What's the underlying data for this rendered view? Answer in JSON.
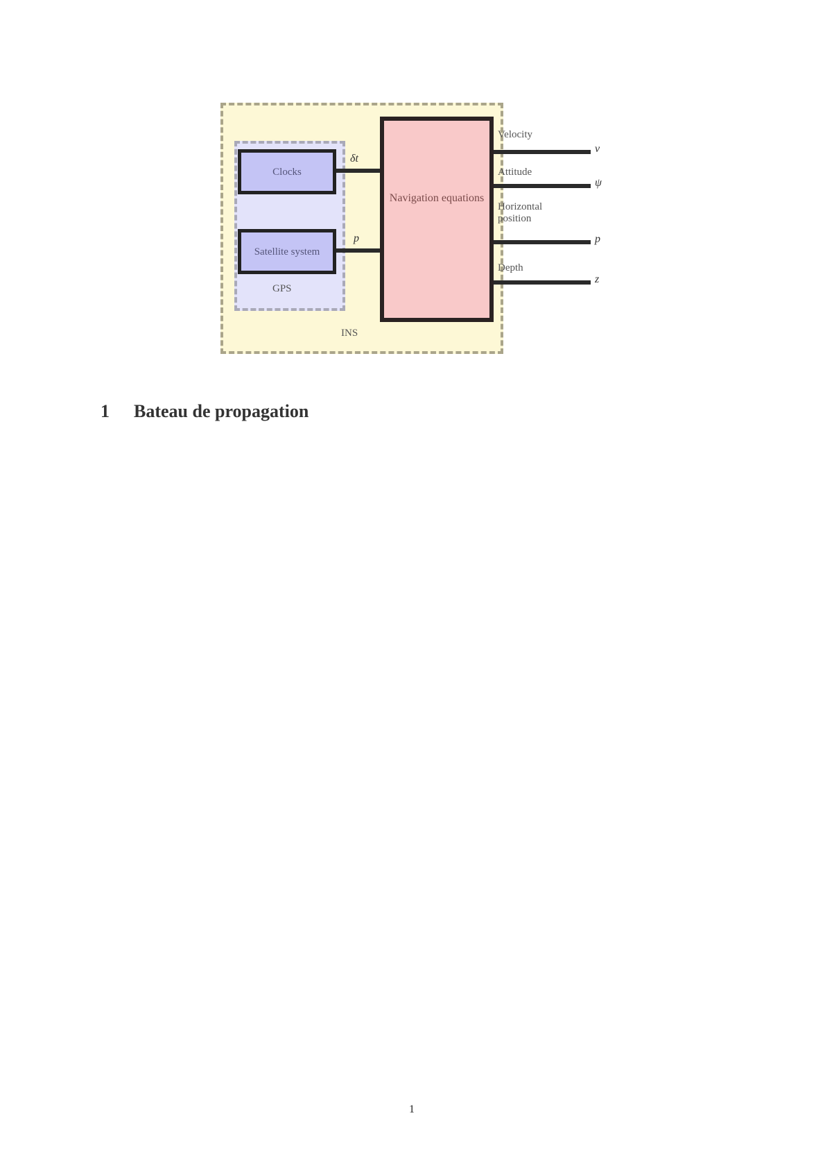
{
  "diagram": {
    "outer_label": "INS",
    "gps_label": "GPS",
    "clocks": "Clocks",
    "satellite": "Satellite system",
    "nav": "Navigation equations",
    "in_clock_sym": "δt",
    "in_sat_sym": "p",
    "outputs": [
      {
        "label": "Velocity",
        "sym": "v"
      },
      {
        "label": "Attitude",
        "sym": "ψ"
      },
      {
        "label": "Horizontal position",
        "sym": "p"
      },
      {
        "label": "Depth",
        "sym": "z"
      }
    ]
  },
  "section": {
    "number": "1",
    "title": "Bateau de propagation"
  },
  "page_number": "1"
}
